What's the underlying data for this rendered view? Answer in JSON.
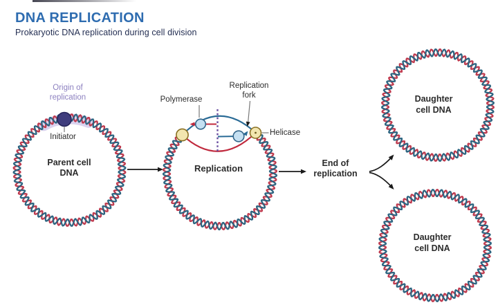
{
  "header": {
    "title": "DNA REPLICATION",
    "subtitle": "Prokaryotic DNA replication during cell division"
  },
  "diagram": {
    "stages": {
      "parent": {
        "label": "Parent cell\nDNA",
        "origin_label": "Origin of\nreplication",
        "initiator_label": "Initiator"
      },
      "replication": {
        "label": "Replication",
        "polymerase_label": "Polymerase",
        "fork_label": "Replication\nfork",
        "helicase_label": "Helicase"
      },
      "end": {
        "label": "End of\nreplication"
      },
      "daughters": {
        "top_label": "Daughter\ncell DNA",
        "bottom_label": "Daughter\ncell DNA"
      }
    },
    "colors": {
      "strand_red": "#bf3a4e",
      "strand_blue": "#2d6480",
      "bubble_blue": "#2a6b96",
      "bubble_red": "#c0293d",
      "helicase_fill": "#f2e6af",
      "helicase_stroke": "#8a7023",
      "helicase_dot": "#6f5c1e",
      "polymerase_fill": "#c5e0f2",
      "polymerase_stroke": "#33658a",
      "initiator_fill": "#3f3d7d",
      "initiator_stroke": "#26255a",
      "origin_highlight": "#b7a8e0",
      "origin_text": "#8d81c0",
      "ori_dotted": "#6b4fa1",
      "pointer_gray": "#777777",
      "title_blue": "#2e6cb0",
      "subtitle_navy": "#232e52",
      "label_dark": "#2b2b2b",
      "arrow_black": "#1a1a1a"
    }
  }
}
